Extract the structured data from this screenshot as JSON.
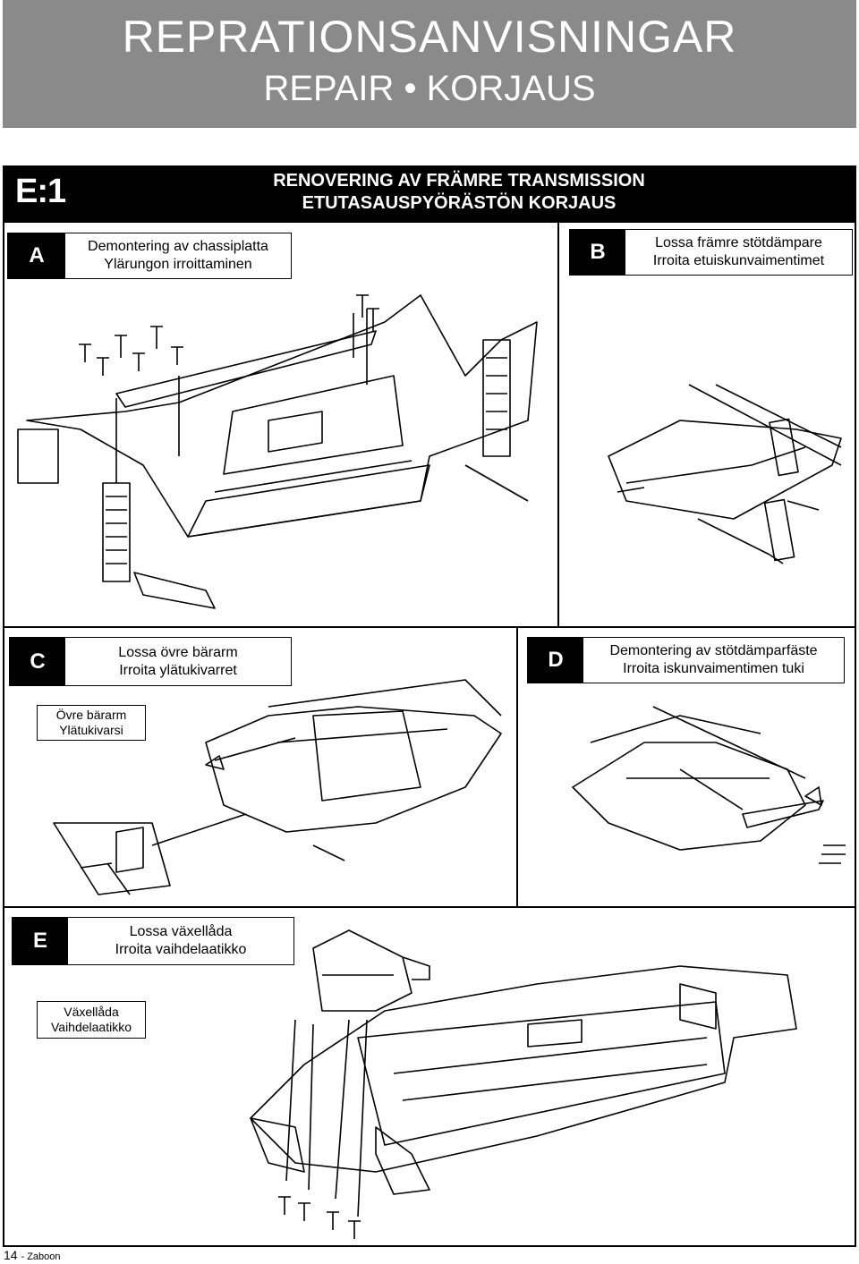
{
  "header": {
    "title": "REPRATIONSANVISNINGAR",
    "subtitle": "REPAIR • KORJAUS"
  },
  "section": {
    "code": "E:1",
    "title_sv": "RENOVERING AV FRÄMRE TRANSMISSION",
    "title_fi": "ETUTASAUSPYÖRÄSTÖN KORJAUS"
  },
  "steps": {
    "a": {
      "letter": "A",
      "line1": "Demontering av chassiplatta",
      "line2": "Ylärungon irroittaminen"
    },
    "b": {
      "letter": "B",
      "line1": "Lossa främre stötdämpare",
      "line2": "Irroita etuiskunvaimentimet"
    },
    "c": {
      "letter": "C",
      "line1": "Lossa  övre bärarm",
      "line2": "Irroita ylätukivarret"
    },
    "d": {
      "letter": "D",
      "line1": "Demontering av stötdämparfäste",
      "line2": "Irroita iskunvaimentimen tuki"
    },
    "e": {
      "letter": "E",
      "line1": "Lossa  växellåda",
      "line2": "Irroita vaihdelaatikko"
    }
  },
  "callouts": {
    "c": {
      "line1": "Övre bärarm",
      "line2": "Ylätukivarsi"
    },
    "e": {
      "line1": "Växellåda",
      "line2": "Vaihdelaatikko"
    }
  },
  "footer": {
    "page": "14",
    "brand": "- Zaboon"
  }
}
